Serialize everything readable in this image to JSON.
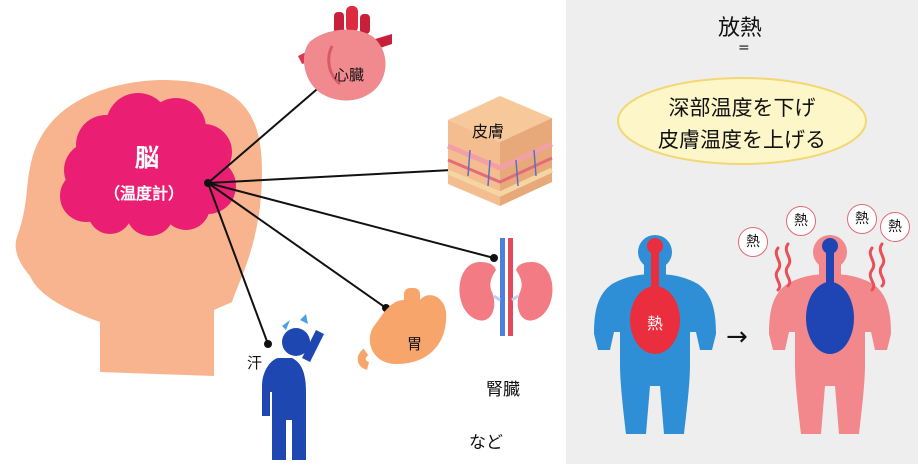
{
  "brain": {
    "title": "脳",
    "subtitle": "（温度計）"
  },
  "organs": {
    "heart": "心臓",
    "skin": "皮膚",
    "kidney": "腎臓",
    "stomach": "胃",
    "sweat": "汗",
    "etc": "など"
  },
  "right_panel": {
    "title": "放熱",
    "equals": "=",
    "line1": "深部温度を下げ",
    "line2": "皮膚温度を上げる",
    "core_heat": "熱",
    "heat_label": "熱",
    "arrow": "→"
  },
  "colors": {
    "head": "#f8b48e",
    "brain": "#ea1f74",
    "panel": "#eeeeee",
    "bubble": "#fdf6c8",
    "bubble_border": "#f3d774",
    "body_blue": "#2f8fd6",
    "body_pink": "#f2888c",
    "core_red": "#ea2e3e",
    "core_blue": "#1f45b4"
  }
}
